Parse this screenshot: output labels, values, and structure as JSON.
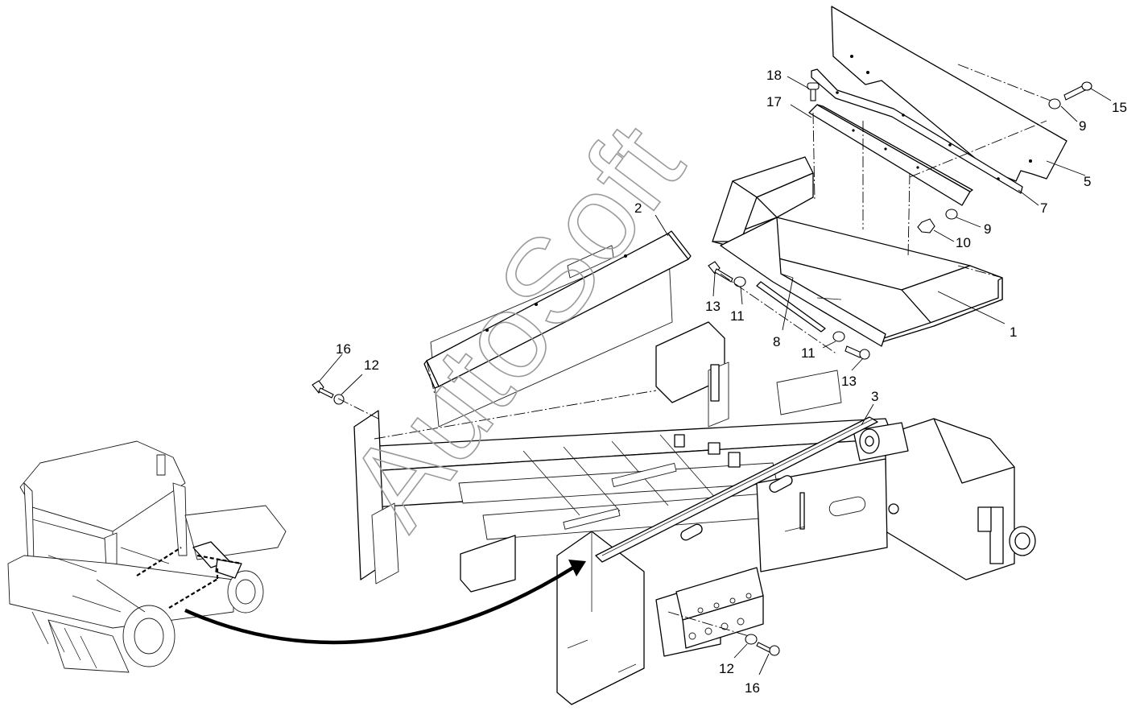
{
  "watermark": "AutoSoft",
  "callouts": [
    "1",
    "2",
    "3",
    "5",
    "7",
    "8",
    "9",
    "9",
    "10",
    "11",
    "11",
    "12",
    "12",
    "13",
    "13",
    "15",
    "16",
    "16",
    "17",
    "18"
  ],
  "colors": {
    "line": "#000000",
    "background": "#ffffff",
    "watermark": "#9a9a9a"
  }
}
